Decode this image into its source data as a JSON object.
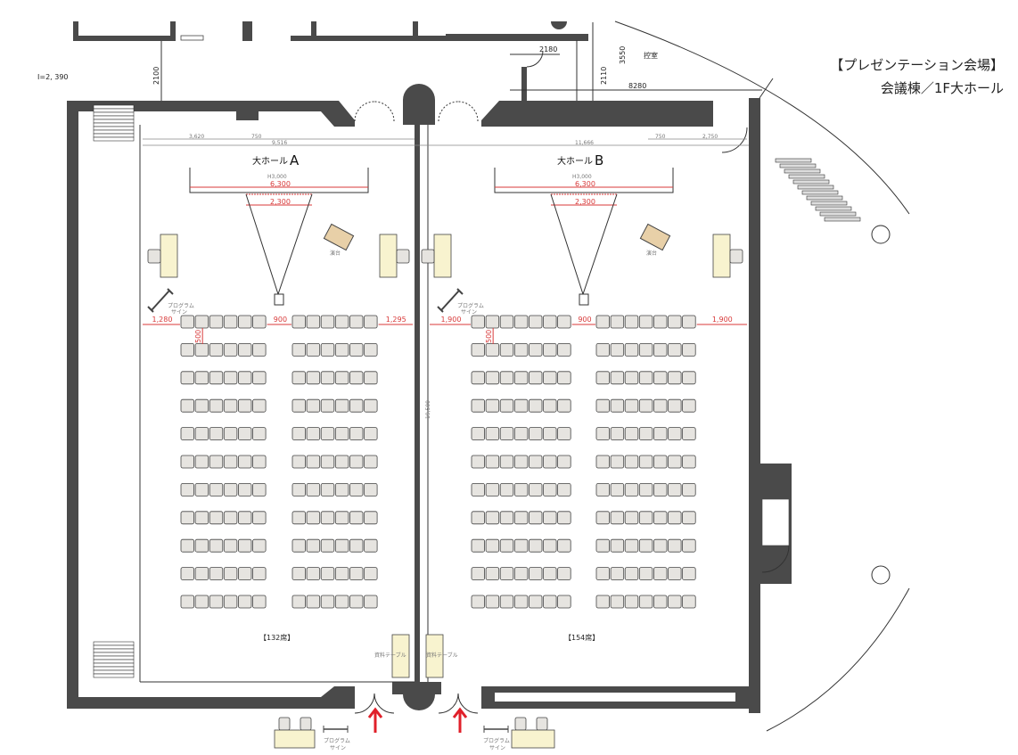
{
  "title": {
    "line1": "【プレゼンテーション会場】",
    "line2": "会議棟／1F大ホール"
  },
  "rooms": {
    "hikaeshitsu": "控室"
  },
  "top_dims": {
    "ceiling": "I=2, 390",
    "d2100": "2100",
    "d2180": "2180",
    "d2110": "2110",
    "d3550": "3550",
    "d8280": "8280"
  },
  "hall_a": {
    "name": "大ホール",
    "letter": "A",
    "screen_height": "H3,000",
    "screen_width": "6,300",
    "projection_width": "2,300",
    "podium": "演台",
    "sign": "プログラム\nサイン",
    "sign_l1": "プログラム",
    "sign_l2": "サイン",
    "dim_left": "1,280",
    "dim_aisle": "900",
    "dim_right": "1,295",
    "dim_row": "500",
    "dim_top1": "3,620",
    "dim_top2": "750",
    "dim_total": "9,516",
    "seat_count_label": "【132席】",
    "materials_table": "資料テーブル",
    "seating": {
      "rows": 11,
      "blocks": [
        6,
        6
      ]
    }
  },
  "hall_b": {
    "name": "大ホール",
    "letter": "B",
    "screen_height": "H3,000",
    "screen_width": "6,300",
    "projection_width": "2,300",
    "podium": "演台",
    "sign_l1": "プログラム",
    "sign_l2": "サイン",
    "dim_left": "1,900",
    "dim_aisle": "900",
    "dim_right": "1,900",
    "dim_row": "500",
    "dim_top1": "750",
    "dim_top2": "2,750",
    "dim_total": "11,666",
    "seat_count_label": "【154席】",
    "materials_table": "資料テーブル",
    "seating": {
      "rows": 11,
      "blocks": [
        7,
        7
      ]
    }
  },
  "depth_dim": "19,500",
  "entrance_sign": {
    "l1": "プログラム",
    "l2": "サイン"
  },
  "colors": {
    "wall": "#4a4a4a",
    "dimension": "#d83a3a",
    "arrow": "#e0202a",
    "table": "#f8f3cf",
    "podium": "#e8d0a8"
  }
}
